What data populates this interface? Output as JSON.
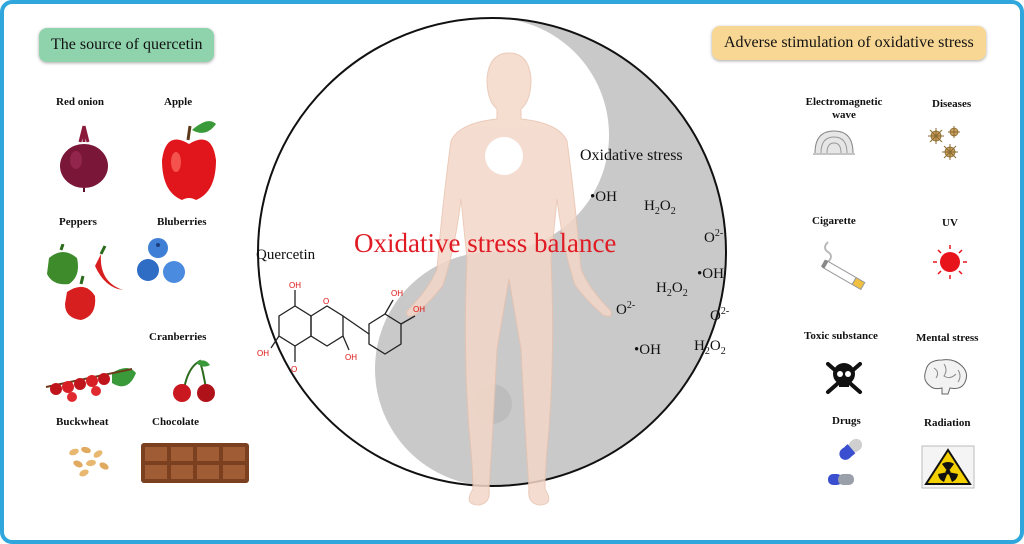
{
  "left_panel": {
    "title": "The source of quercetin",
    "items": [
      {
        "label": "Red onion",
        "icon": "red-onion-icon"
      },
      {
        "label": "Apple",
        "icon": "apple-icon"
      },
      {
        "label": "Peppers",
        "icon": "peppers-icon"
      },
      {
        "label": "Bluberries",
        "icon": "blueberries-icon"
      },
      {
        "label": "Cranberries",
        "icon": "cranberries-icon"
      },
      {
        "label": "Buckwheat",
        "icon": "buckwheat-icon"
      },
      {
        "label": "Chocolate",
        "icon": "chocolate-icon"
      }
    ]
  },
  "right_panel": {
    "title": "Adverse stimulation of oxidative stress",
    "items": [
      {
        "label": "Electromagnetic wave",
        "icon": "electromagnetic-wave-icon"
      },
      {
        "label": "Diseases",
        "icon": "virus-icon"
      },
      {
        "label": "Cigarette",
        "icon": "cigarette-icon"
      },
      {
        "label": "UV",
        "icon": "uv-sun-icon"
      },
      {
        "label": "Toxic substance",
        "icon": "skull-crossbones-icon"
      },
      {
        "label": "Mental stress",
        "icon": "brain-icon"
      },
      {
        "label": "Drugs",
        "icon": "capsule-icon"
      },
      {
        "label": "Radiation",
        "icon": "radiation-icon"
      }
    ]
  },
  "center": {
    "title": "Oxidative stress balance",
    "quercetin_label": "Quercetin",
    "oxidative_label": "Oxidative stress",
    "species": {
      "oh": "•OH",
      "h2o2_base": "H",
      "h2o2_sub1": "2",
      "h2o2_mid": "O",
      "h2o2_sub2": "2",
      "o_base": "O",
      "o_sup": "2-"
    },
    "molecule": {
      "oh": "OH",
      "o": "O"
    }
  },
  "colors": {
    "frame": "#2fa7dc",
    "left_tag": "#8fd3ad",
    "right_tag": "#f8d794",
    "title_red": "#e01b24",
    "yin_dark": "#c9c9c9",
    "body_skin": "#f4d7c8"
  }
}
